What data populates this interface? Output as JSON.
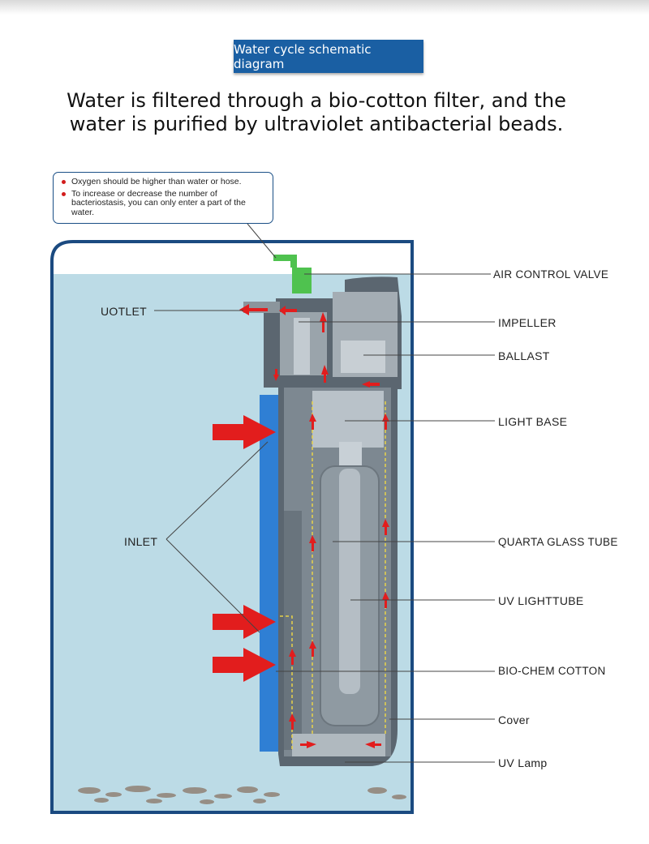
{
  "banner": "Water cycle schematic diagram",
  "headline": {
    "line1": "Water is filtered through a bio-cotton filter, and the",
    "line2": "water is purified by ultraviolet antibacterial beads."
  },
  "notes": [
    "Oxygen should be higher than water or hose.",
    "To increase or decrease the number of bacteriostasis, you can only enter a part of the water."
  ],
  "labels": {
    "outlet": "UOTLET",
    "inlet": "INLET",
    "air_control_valve": "AIR CONTROL VALVE",
    "impeller": "IMPELLER",
    "ballast": "BALLAST",
    "light_base": "LIGHT BASE",
    "quarta_glass_tube": "QUARTA GLASS TUBE",
    "uv_lighttube": "UV LIGHTTUBE",
    "bio_chem_cotton": "BIO-CHEM COTTON",
    "cover": "Cover",
    "uv_lamp": "UV Lamp"
  },
  "colors": {
    "banner": "#1a5fa3",
    "tank_border": "#1b4a80",
    "water": "#bcdbe6",
    "arrow": "#e21d1d",
    "blue_intake": "#2f7fd4"
  }
}
